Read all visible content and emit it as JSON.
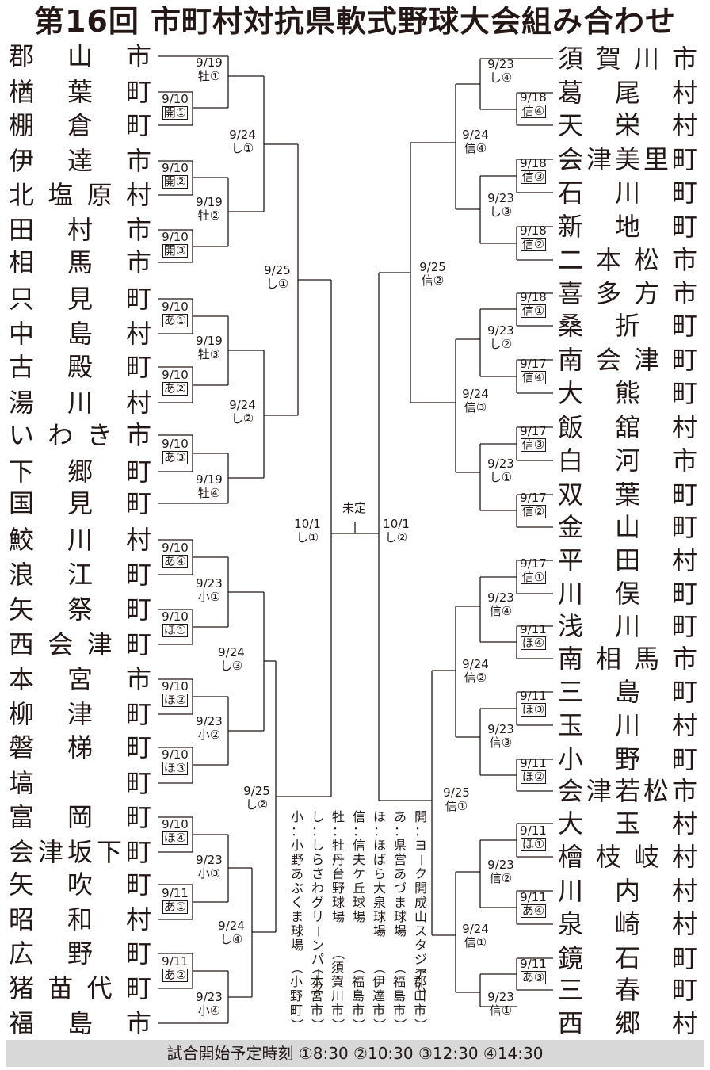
{
  "title": "第16回 市町村対抗県軟式野球大会組み合わせ",
  "left_teams": [
    "郡山市",
    "楢葉町",
    "棚倉町",
    "伊達市",
    "北塩原村",
    "田村市",
    "相馬市",
    "只見町",
    "中島村",
    "古殿町",
    "湯川村",
    "いわき市",
    "下郷町",
    "国見町",
    "鮫川村",
    "浪江町",
    "矢祭町",
    "西会津町",
    "本宮市",
    "柳津町",
    "磐梯町",
    "塙町",
    "富岡町",
    "会津坂下町",
    "矢吹町",
    "昭和村",
    "広野町",
    "猪苗代町",
    "福島市"
  ],
  "right_teams": [
    "須賀川市",
    "葛尾村",
    "天栄村",
    "会津美里町",
    "石川町",
    "新地町",
    "二本松市",
    "喜多方市",
    "桑折町",
    "南会津町",
    "大熊町",
    "飯舘村",
    "白河市",
    "双葉町",
    "金山町",
    "平田村",
    "川俣町",
    "浅川町",
    "南相馬市",
    "三島町",
    "玉川村",
    "小野町",
    "会津若松市",
    "大玉村",
    "檜枝岐村",
    "川内村",
    "泉崎村",
    "鏡石町",
    "三春町",
    "西郷村"
  ],
  "matches": [
    {
      "id": "L1",
      "date": "9/10",
      "venue": "開①"
    },
    {
      "id": "L2",
      "date": "9/10",
      "venue": "開②"
    },
    {
      "id": "L3",
      "date": "9/10",
      "venue": "開③"
    },
    {
      "id": "L4",
      "date": "9/10",
      "venue": "あ①"
    },
    {
      "id": "L5",
      "date": "9/10",
      "venue": "あ②"
    },
    {
      "id": "L6",
      "date": "9/10",
      "venue": "あ③"
    },
    {
      "id": "L7",
      "date": "9/10",
      "venue": "あ④"
    },
    {
      "id": "L8",
      "date": "9/10",
      "venue": "ほ①"
    },
    {
      "id": "L9",
      "date": "9/10",
      "venue": "ほ②"
    },
    {
      "id": "L10",
      "date": "9/10",
      "venue": "ほ③"
    },
    {
      "id": "L11",
      "date": "9/10",
      "venue": "ほ④"
    },
    {
      "id": "L12",
      "date": "9/11",
      "venue": "あ①"
    },
    {
      "id": "L13",
      "date": "9/11",
      "venue": "あ②"
    },
    {
      "id": "L14",
      "date": "9/19",
      "venue": "牡①"
    },
    {
      "id": "L15",
      "date": "9/19",
      "venue": "牡②"
    },
    {
      "id": "L16",
      "date": "9/19",
      "venue": "牡③"
    },
    {
      "id": "L17",
      "date": "9/19",
      "venue": "牡④"
    },
    {
      "id": "L18",
      "date": "9/23",
      "venue": "小①"
    },
    {
      "id": "L19",
      "date": "9/23",
      "venue": "小②"
    },
    {
      "id": "L20",
      "date": "9/23",
      "venue": "小③"
    },
    {
      "id": "L21",
      "date": "9/23",
      "venue": "小④"
    },
    {
      "id": "L22",
      "date": "9/24",
      "venue": "し①"
    },
    {
      "id": "L23",
      "date": "9/24",
      "venue": "し②"
    },
    {
      "id": "L24",
      "date": "9/24",
      "venue": "し③"
    },
    {
      "id": "L25",
      "date": "9/24",
      "venue": "し④"
    },
    {
      "id": "L26",
      "date": "9/25",
      "venue": "し①"
    },
    {
      "id": "L27",
      "date": "9/25",
      "venue": "し②"
    },
    {
      "id": "L28",
      "date": "10/1",
      "venue": "し①"
    },
    {
      "id": "R1",
      "date": "9/18",
      "venue": "信④"
    },
    {
      "id": "R2",
      "date": "9/18",
      "venue": "信③"
    },
    {
      "id": "R3",
      "date": "9/18",
      "venue": "信②"
    },
    {
      "id": "R4",
      "date": "9/18",
      "venue": "信①"
    },
    {
      "id": "R5",
      "date": "9/17",
      "venue": "信④"
    },
    {
      "id": "R6",
      "date": "9/17",
      "venue": "信③"
    },
    {
      "id": "R7",
      "date": "9/17",
      "venue": "信②"
    },
    {
      "id": "R8",
      "date": "9/17",
      "venue": "信①"
    },
    {
      "id": "R9",
      "date": "9/11",
      "venue": "ほ④"
    },
    {
      "id": "R10",
      "date": "9/11",
      "venue": "ほ③"
    },
    {
      "id": "R11",
      "date": "9/11",
      "venue": "ほ②"
    },
    {
      "id": "R12",
      "date": "9/11",
      "venue": "ほ①"
    },
    {
      "id": "R13",
      "date": "9/11",
      "venue": "あ④"
    },
    {
      "id": "R14",
      "date": "9/11",
      "venue": "あ③"
    },
    {
      "id": "R15",
      "date": "9/23",
      "venue": "し④"
    },
    {
      "id": "R16",
      "date": "9/23",
      "venue": "し③"
    },
    {
      "id": "R17",
      "date": "9/23",
      "venue": "し②"
    },
    {
      "id": "R18",
      "date": "9/23",
      "venue": "し①"
    },
    {
      "id": "R19",
      "date": "9/23",
      "venue": "信④"
    },
    {
      "id": "R20",
      "date": "9/23",
      "venue": "信③"
    },
    {
      "id": "R21",
      "date": "9/23",
      "venue": "信②"
    },
    {
      "id": "R22",
      "date": "9/23",
      "venue": "信①"
    },
    {
      "id": "R23",
      "date": "9/24",
      "venue": "信④"
    },
    {
      "id": "R24",
      "date": "9/24",
      "venue": "信③"
    },
    {
      "id": "R25",
      "date": "9/24",
      "venue": "信②"
    },
    {
      "id": "R26",
      "date": "9/24",
      "venue": "信①"
    },
    {
      "id": "R27",
      "date": "9/25",
      "venue": "信②"
    },
    {
      "id": "R28",
      "date": "9/25",
      "venue": "信①"
    },
    {
      "id": "R29",
      "date": "10/1",
      "venue": "し②"
    }
  ],
  "final_label": "未定",
  "legend": [
    {
      "abbr": "開",
      "name": "ヨーク開成山スタジアム",
      "city": "郡山市"
    },
    {
      "abbr": "あ",
      "name": "県営あづま球場",
      "city": "福島市"
    },
    {
      "abbr": "ほ",
      "name": "ほばら大泉球場",
      "city": "伊達市"
    },
    {
      "abbr": "信",
      "name": "信夫ケ丘球場",
      "city": "福島市"
    },
    {
      "abbr": "牡",
      "name": "牡丹台野球場",
      "city": "須賀川市"
    },
    {
      "abbr": "し",
      "name": "しらさわグリーンパーク",
      "city": "本宮市"
    },
    {
      "abbr": "小",
      "name": "小野あぶくま球場",
      "city": "小野町"
    }
  ],
  "footer": "試合開始予定時刻 ①8:30 ②10:30 ③12:30 ④14:30"
}
